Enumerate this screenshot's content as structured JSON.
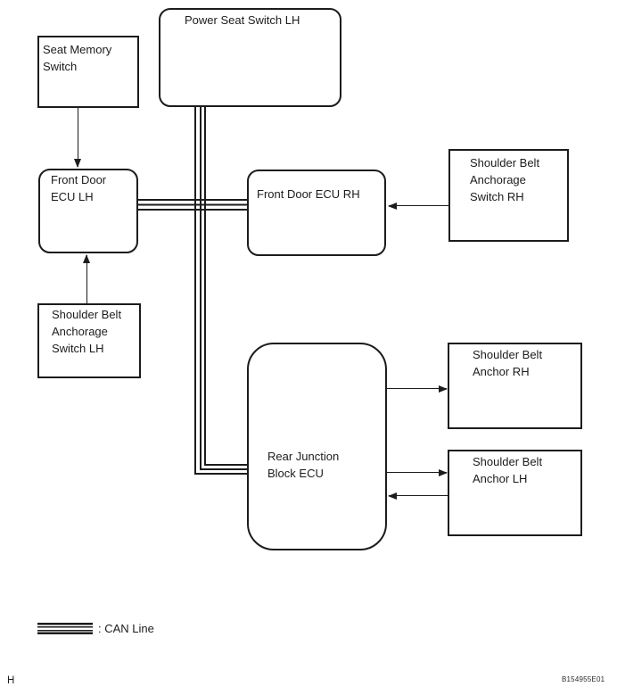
{
  "colors": {
    "ink": "#1c1c1c",
    "background": "#ffffff"
  },
  "nodes": {
    "power_seat_switch_lh": {
      "label": "Power Seat Switch LH",
      "shape": "rounded"
    },
    "seat_memory_switch": {
      "label": "Seat Memory\nSwitch",
      "shape": "rect"
    },
    "front_door_ecu_lh": {
      "label": "Front Door\nECU LH",
      "shape": "rounded"
    },
    "front_door_ecu_rh": {
      "label": "Front Door ECU RH",
      "shape": "rounded"
    },
    "shoulder_belt_anchorage_switch_rh": {
      "label": "Shoulder Belt\nAnchorage\nSwitch RH",
      "shape": "rect"
    },
    "shoulder_belt_anchorage_switch_lh": {
      "label": "Shoulder Belt\nAnchorage\nSwitch LH",
      "shape": "rect"
    },
    "rear_junction_block_ecu": {
      "label": "Rear Junction\nBlock ECU",
      "shape": "rounded"
    },
    "shoulder_belt_anchor_rh": {
      "label": "Shoulder Belt\nAnchor RH",
      "shape": "rect"
    },
    "shoulder_belt_anchor_lh": {
      "label": "Shoulder Belt\nAnchor LH",
      "shape": "rect"
    }
  },
  "connections": [
    {
      "from": "Seat Memory Switch",
      "to": "Front Door ECU LH",
      "type": "arrow"
    },
    {
      "from": "Shoulder Belt Anchorage Switch LH",
      "to": "Front Door ECU LH",
      "type": "arrow"
    },
    {
      "from": "Shoulder Belt Anchorage Switch RH",
      "to": "Front Door ECU RH",
      "type": "arrow"
    },
    {
      "from": "Rear Junction Block ECU",
      "to": "Shoulder Belt Anchor RH",
      "type": "arrow"
    },
    {
      "from": "Rear Junction Block ECU",
      "to": "Shoulder Belt Anchor LH",
      "type": "arrow"
    },
    {
      "from": "Shoulder Belt Anchor LH",
      "to": "Rear Junction Block ECU",
      "type": "arrow"
    },
    {
      "members": [
        "Power Seat Switch LH",
        "Front Door ECU LH",
        "Front Door ECU RH",
        "Rear Junction Block ECU"
      ],
      "type": "can-line"
    }
  ],
  "legend": {
    "can_line_label": ": CAN Line"
  },
  "footer": {
    "page_marker": "H",
    "figure_code": "B154955E01"
  }
}
